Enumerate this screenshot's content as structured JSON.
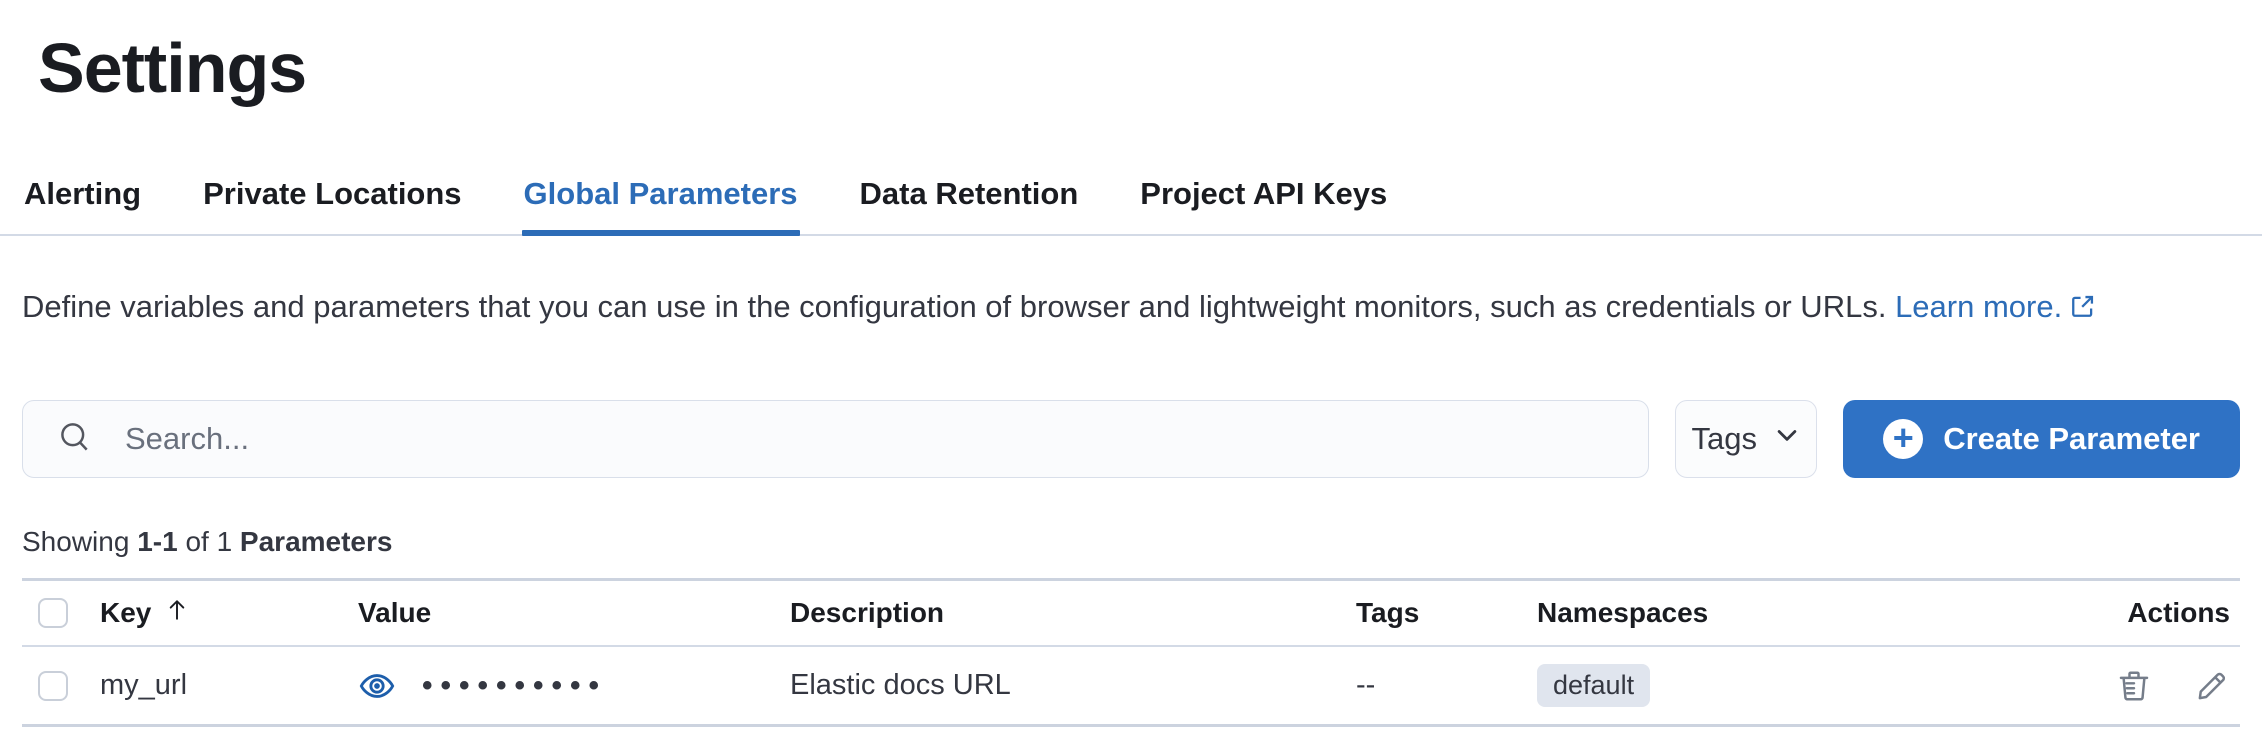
{
  "page": {
    "title": "Settings"
  },
  "tabs": [
    {
      "label": "Alerting",
      "active": false
    },
    {
      "label": "Private Locations",
      "active": false
    },
    {
      "label": "Global Parameters",
      "active": true
    },
    {
      "label": "Data Retention",
      "active": false
    },
    {
      "label": "Project API Keys",
      "active": false
    }
  ],
  "description": {
    "text": "Define variables and parameters that you can use in the configuration of browser and lightweight monitors, such as credentials or URLs.",
    "link_label": "Learn more.",
    "link_icon": "external-link-icon"
  },
  "toolbar": {
    "search_placeholder": "Search...",
    "search_value": "",
    "search_icon": "magnifier-icon",
    "tags_button_label": "Tags",
    "tags_button_icon": "chevron-down-icon",
    "create_button_label": "Create Parameter",
    "create_button_icon": "plus-in-circle-icon"
  },
  "summary": {
    "showing": "Showing",
    "range": "1-1",
    "of": "of 1",
    "entity": "Parameters"
  },
  "table": {
    "columns": {
      "key": "Key",
      "key_sort": "ascending",
      "value": "Value",
      "description": "Description",
      "tags": "Tags",
      "namespaces": "Namespaces",
      "actions": "Actions"
    },
    "rows": [
      {
        "key": "my_url",
        "value_masked": "••••••••••",
        "value_toggle_icon": "eye-icon",
        "description": "Elastic docs URL",
        "tags": "--",
        "namespace": "default",
        "actions": [
          "delete",
          "edit"
        ]
      }
    ]
  },
  "colors": {
    "accent_blue": "#2c6cb7",
    "button_blue": "#2f72c5",
    "badge_bg": "#e0e5ee",
    "text": "#343741",
    "border": "#d3dae6"
  }
}
